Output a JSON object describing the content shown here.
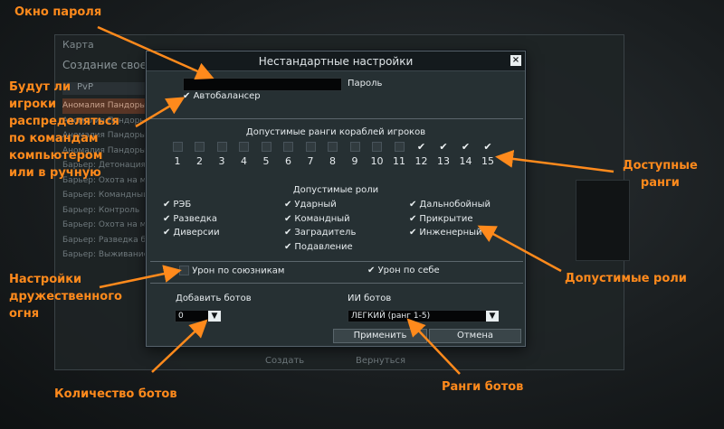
{
  "background": {
    "title": "Карта",
    "subtitle": "Создание свое",
    "pvp_label": "PvP",
    "list": [
      "Аномалия Пандоры",
      "Аномалия Пандоры",
      "Аномалия Пандоры",
      "Аномалия Пандоры",
      "Барьер: Детонация",
      "Барьер: Охота на маяк",
      "Барьер: Командный бой",
      "Барьер: Контроль",
      "Барьер: Охота на маяк",
      "Барьер: Разведка боем",
      "Барьер: Выживание"
    ],
    "create_label": "Создать",
    "return_label": "Вернуться"
  },
  "dialog": {
    "title": "Нестандартные настройки",
    "close_glyph": "×",
    "password_label": "Пароль",
    "password_value": "",
    "autobalance_label": "Автобаланcер",
    "ranks_title": "Допустимые ранги кораблей игроков",
    "ranks": [
      {
        "n": "1",
        "on": false
      },
      {
        "n": "2",
        "on": false
      },
      {
        "n": "3",
        "on": false
      },
      {
        "n": "4",
        "on": false
      },
      {
        "n": "5",
        "on": false
      },
      {
        "n": "6",
        "on": false
      },
      {
        "n": "7",
        "on": false
      },
      {
        "n": "8",
        "on": false
      },
      {
        "n": "9",
        "on": false
      },
      {
        "n": "10",
        "on": false
      },
      {
        "n": "11",
        "on": false
      },
      {
        "n": "12",
        "on": true
      },
      {
        "n": "13",
        "on": true
      },
      {
        "n": "14",
        "on": true
      },
      {
        "n": "15",
        "on": true
      }
    ],
    "roles_title": "Допустимые роли",
    "roles": {
      "col1": [
        "РЭБ",
        "Разведка",
        "Диверсии"
      ],
      "col2": [
        "Ударный",
        "Командный",
        "Заградитель",
        "Подавление"
      ],
      "col3": [
        "Дальнобойный",
        "Прикрытие",
        "Инженерный"
      ]
    },
    "friendly_fire_label": "Урон по союзникам",
    "self_damage_label": "Урон по себе",
    "add_bots_label": "Добавить ботов",
    "add_bots_value": "0",
    "ai_bots_label": "ИИ ботов",
    "ai_bots_value": "ЛЕГКИЙ (ранг 1-5)",
    "apply_label": "Применить",
    "cancel_label": "Отмена",
    "check_glyph": "✔",
    "chevron_glyph": "▼"
  },
  "annotations": {
    "password_window": "Окно пароля",
    "autobalance": [
      "Будут ли",
      "игроки",
      "распределяться",
      "по командам",
      "компьютером",
      "или в ручную"
    ],
    "ranks": [
      "Доступные",
      "ранги"
    ],
    "roles": "Допустимые роли",
    "friendly_fire": [
      "Настройки",
      "дружественного",
      "огня"
    ],
    "bot_count": "Количество ботов",
    "bot_ranks": "Ранги ботов"
  },
  "colors": {
    "annotation": "#ff8a1c",
    "dialog_bg": "#263033",
    "title_bg": "#141a1d"
  }
}
